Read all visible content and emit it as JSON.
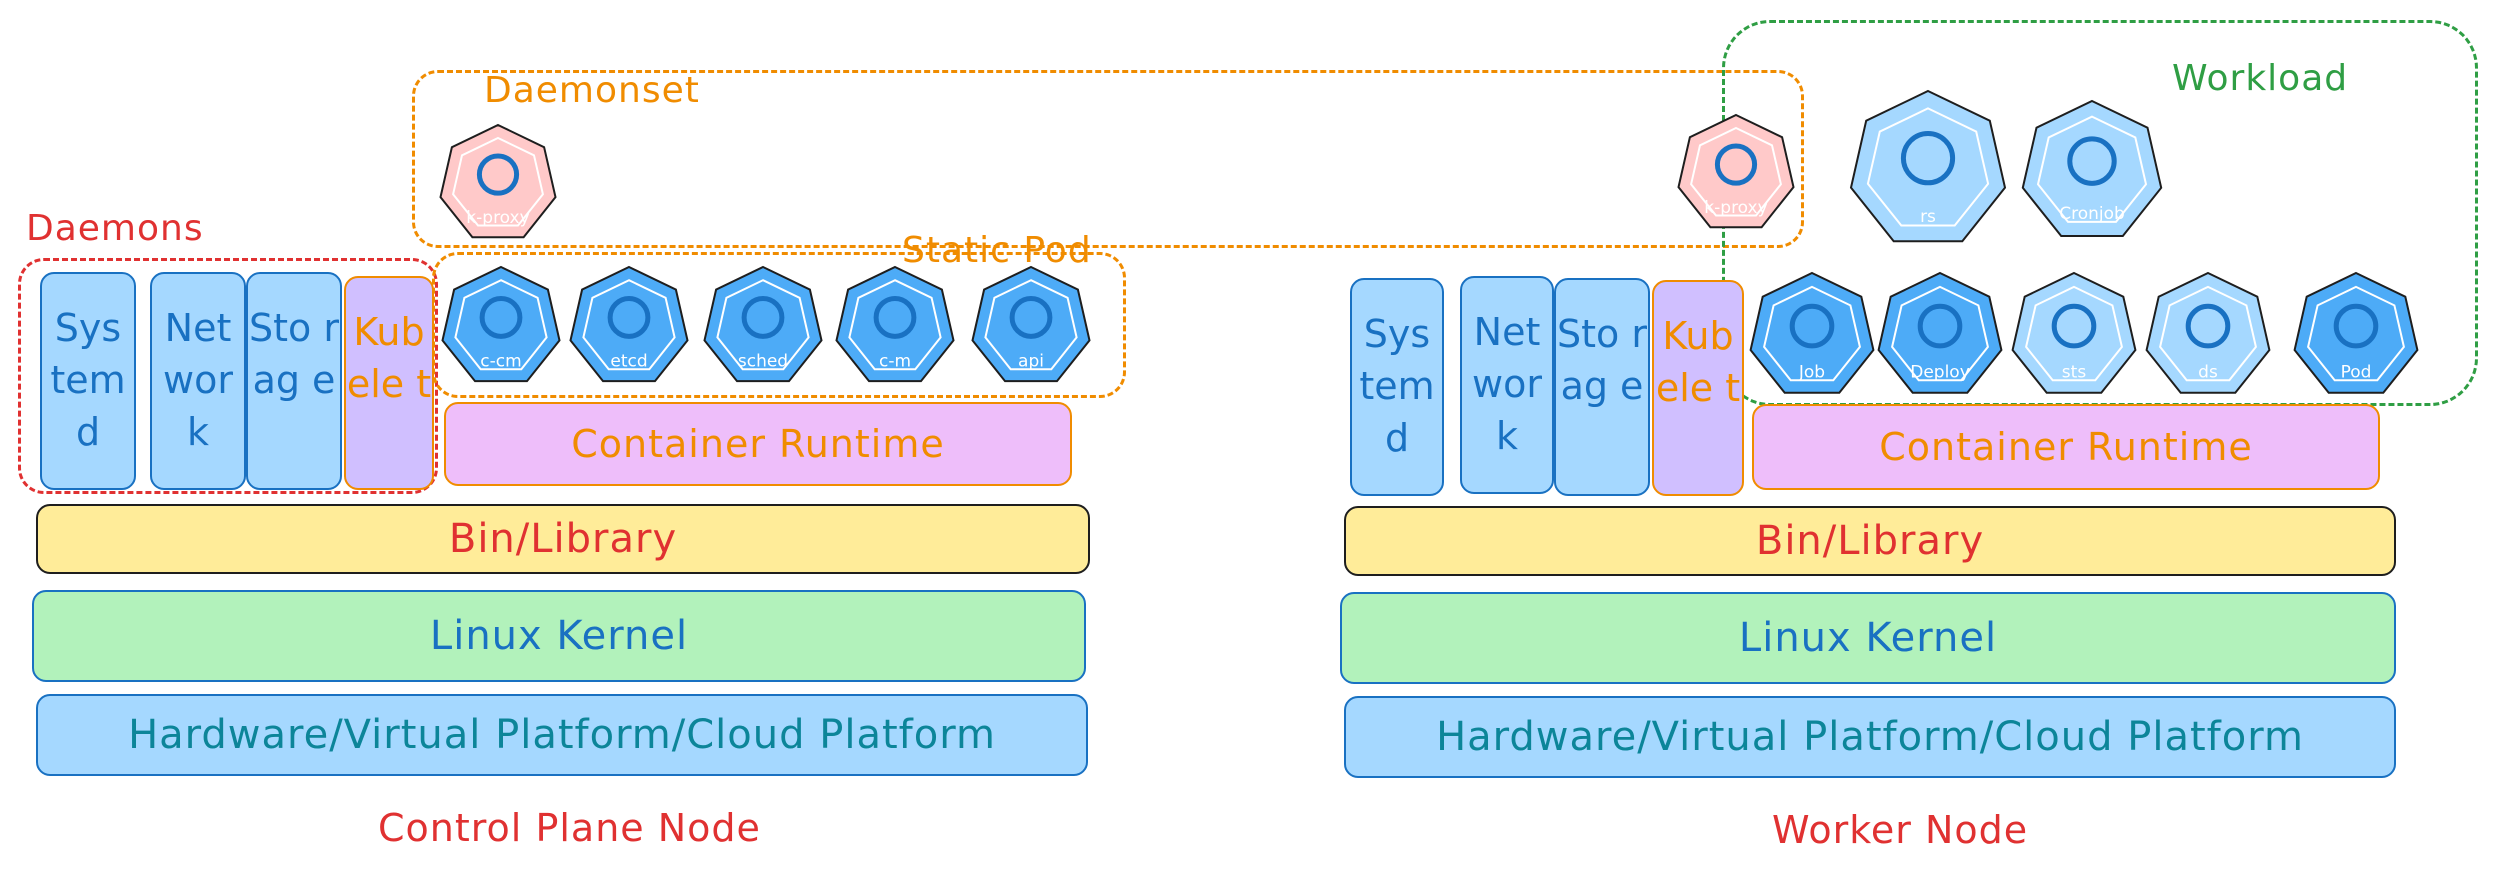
{
  "groups": {
    "daemons": "Daemons",
    "daemonset": "Daemonset",
    "static_pod": "Static Pod",
    "workload": "Workload"
  },
  "control_plane": {
    "label": "Control Plane Node",
    "daemons": [
      "Sys tem d",
      "Net wor k",
      "Sto rag e",
      "Kub ele t"
    ],
    "static_pods": [
      "c-cm",
      "etcd",
      "sched",
      "c-m",
      "api"
    ],
    "daemonset_pod": "k-proxy",
    "runtime": "Container Runtime",
    "bin": "Bin/Library",
    "kernel": "Linux Kernel",
    "hardware": "Hardware/Virtual Platform/Cloud Platform"
  },
  "worker": {
    "label": "Worker Node",
    "daemons": [
      "Sys tem d",
      "Net wor k",
      "Sto rag e",
      "Kub ele t"
    ],
    "daemonset_pod": "k-proxy",
    "workloads_top": [
      "rs",
      "Cronjob"
    ],
    "workloads_bottom": [
      "Job",
      "Deploy",
      "sts",
      "ds",
      "Pod"
    ],
    "runtime": "Container Runtime",
    "bin": "Bin/Library",
    "kernel": "Linux Kernel",
    "hardware": "Hardware/Virtual Platform/Cloud Platform"
  },
  "colors": {
    "static_pod": "#4dabf7",
    "daemonset_pod": "#ffc9c9",
    "workload_light": "#a5d8ff",
    "workload_dark": "#4dabf7",
    "pod_outline": "#1e1e1e",
    "daemons_border": "#e03131",
    "daemonset_border": "#f08c00",
    "workload_border": "#2f9e44"
  }
}
